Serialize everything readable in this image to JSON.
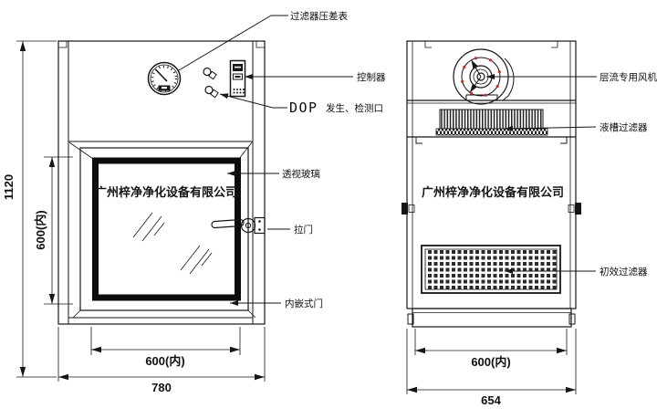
{
  "meta": {
    "background": "#ffffff",
    "ink": "#161616",
    "accent_red": "#c03030"
  },
  "front_view": {
    "callouts": {
      "pressure_gauge": "过滤器压差表",
      "controller": "控制器",
      "dop_prefix": "DOP",
      "dop_suffix": "发生、检测口",
      "viewing_glass": "透视玻璃",
      "pull_door": "拉门",
      "inset_door": "内嵌式门"
    },
    "company_name": "广州梓净净化设备有限公司",
    "dims": {
      "overall_height": "1120",
      "inner_height": "600(内)",
      "inner_width": "600(内)",
      "overall_width": "780"
    }
  },
  "side_view": {
    "callouts": {
      "laminar_fan": "层流专用风机",
      "gel_seal_filter": "液槽过滤器",
      "primary_filter": "初效过滤器"
    },
    "company_name": "广州梓净净化设备有限公司",
    "dims": {
      "inner_width": "600(内)",
      "overall_width": "654"
    }
  }
}
